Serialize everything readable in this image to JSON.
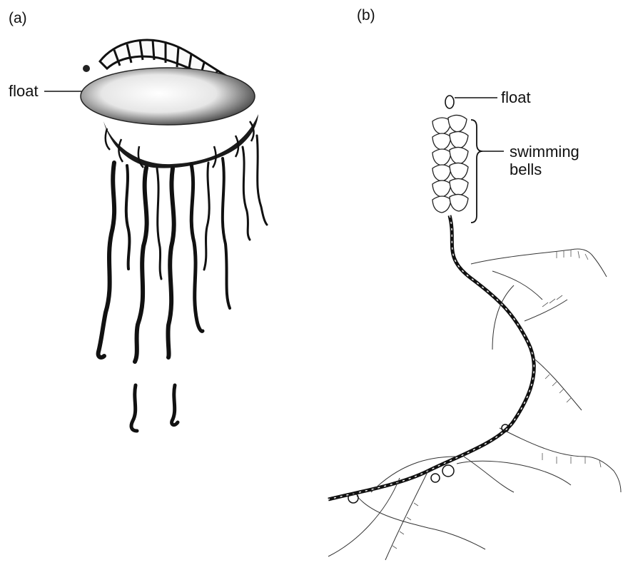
{
  "panels": {
    "a": {
      "label": "(a)",
      "float_label": "float"
    },
    "b": {
      "label": "(b)",
      "float_label": "float",
      "bells_label_line1": "swimming",
      "bells_label_line2": "bells"
    }
  }
}
